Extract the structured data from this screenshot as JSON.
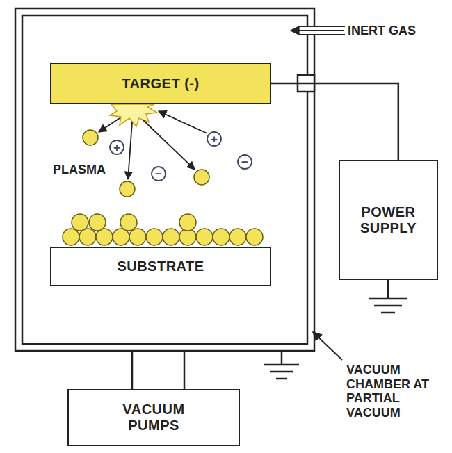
{
  "diagram": {
    "nodes": [
      {
        "text": [
          "TARGET (-)"
        ]
      },
      {
        "text": [
          "SUBSTRATE"
        ]
      },
      {
        "text": [
          "POWER SUPPLY"
        ]
      },
      {
        "text": [
          "VACUUM PUMPS"
        ]
      }
    ],
    "edges": [
      {
        "from": 0,
        "to": 2,
        "arrow": "none"
      }
    ],
    "labels": [
      "INERT GAS",
      "+",
      "+",
      "PLASMA",
      "−",
      "−",
      "VACUUM CHAMBER AT PARTIAL VACUUM"
    ]
  }
}
